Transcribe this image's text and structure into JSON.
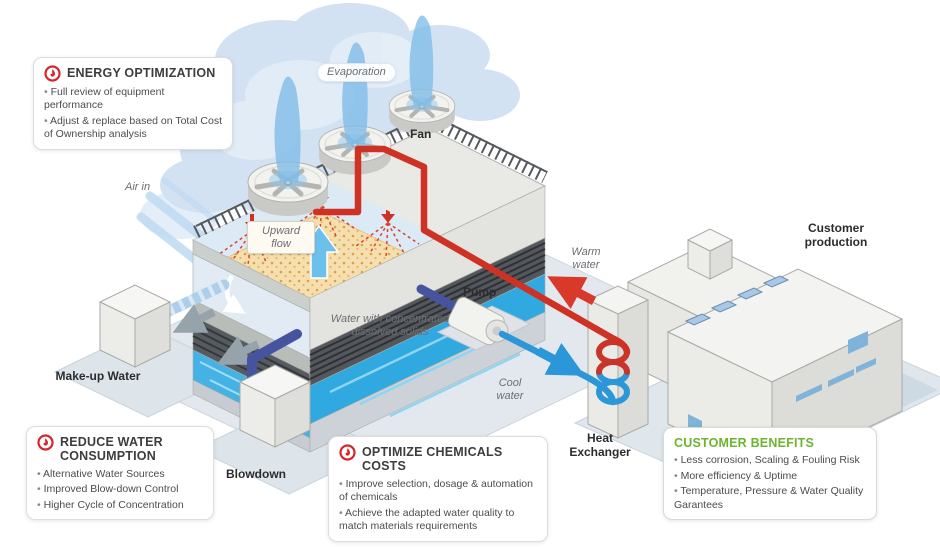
{
  "diagram": {
    "labels": {
      "evaporation": "Evaporation",
      "fan": "Fan",
      "air_in": "Air in",
      "upward_flow": "Upward flow",
      "warm_water": "Warm water",
      "cool_water": "Cool water",
      "pump": "Pump",
      "concentrated_water": "Water with concentrated dissolved solids",
      "makeup_water": "Make-up Water",
      "blowdown": "Blowdown",
      "heat_exchanger": "Heat Exchanger",
      "customer_production": "Customer production"
    },
    "icons": [
      "flame-circle-icon",
      "fan-icon",
      "spray-nozzle-icon",
      "steam-cloud",
      "upward-flow-arrow",
      "warm-water-arrow",
      "cool-water-arrow",
      "gray-flow-arrow",
      "basin-circulation-arrow"
    ],
    "colors": {
      "accent_red": "#d6262b",
      "accent_green": "#6cb52d",
      "pipe_warm": "#cf3125",
      "pipe_cool": "#2b96d8",
      "pipe_blowdown": "#46549f",
      "water_blue": "#2fa9e0",
      "steam_blue": "#cfe0f1",
      "media_tan": "#f5dfae",
      "text_dark": "#3d3d3f",
      "text_gray": "#6d6e71"
    }
  },
  "callouts": {
    "energy": {
      "title": "ENERGY OPTIMIZATION",
      "bullets": [
        "Full review of equipment performance",
        "Adjust & replace based on Total Cost of Ownership analysis"
      ]
    },
    "water": {
      "title": "REDUCE WATER CONSUMPTION",
      "bullets": [
        "Alternative Water Sources",
        "Improved Blow-down Control",
        "Higher Cycle of Concentration"
      ]
    },
    "chemicals": {
      "title": "OPTIMIZE CHEMICALS COSTS",
      "bullets": [
        "Improve selection, dosage & automation of chemicals",
        "Achieve the adapted water quality to match materials requirements"
      ]
    },
    "benefits": {
      "title": "CUSTOMER BENEFITS",
      "bullets": [
        "Less corrosion, Scaling & Fouling Risk",
        "More efficiency & Uptime",
        "Temperature, Pressure & Water Quality Garantees"
      ]
    }
  }
}
